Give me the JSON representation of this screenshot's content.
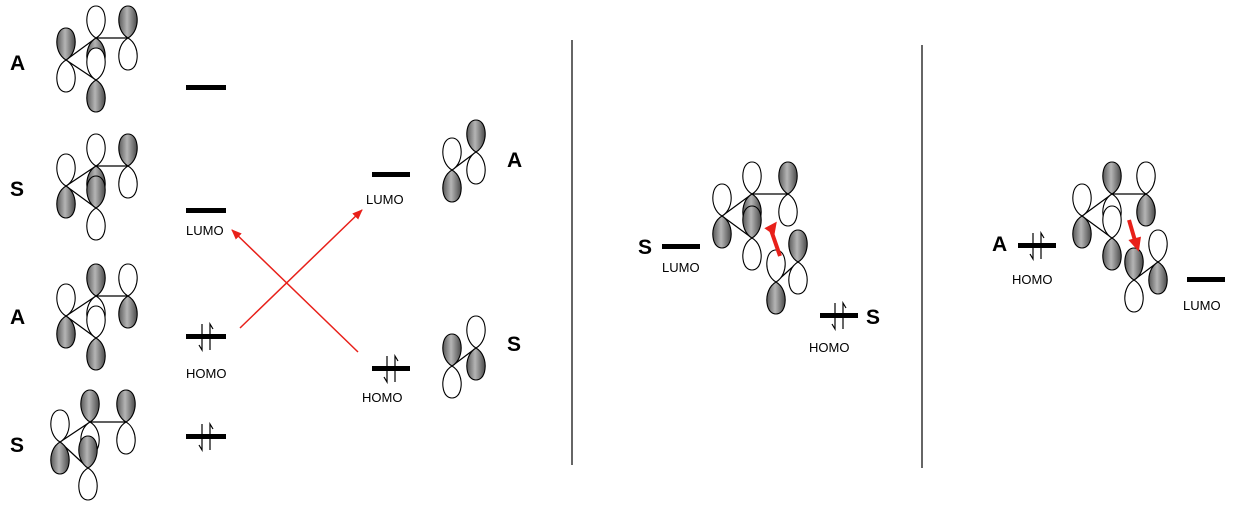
{
  "colors": {
    "ink": "#000000",
    "arrow": "#e8201a",
    "lobe_fill": "#9a9a9a",
    "lobe_edge": "#000000"
  },
  "left_panel": {
    "mo_levels": [
      {
        "symmetry": "A",
        "electrons": "empty"
      },
      {
        "symmetry": "S",
        "electrons": "empty",
        "level_label": "LUMO"
      },
      {
        "symmetry": "A",
        "electrons": "paired",
        "level_label": "HOMO"
      },
      {
        "symmetry": "S",
        "electrons": "paired"
      }
    ],
    "ethylene_levels": [
      {
        "symmetry": "A",
        "electrons": "empty",
        "level_label": "LUMO"
      },
      {
        "symmetry": "S",
        "electrons": "paired",
        "level_label": "HOMO"
      }
    ],
    "interaction_arrows": [
      "HOMO (A) to LUMO (A)",
      "HOMO (S) to LUMO (S)"
    ]
  },
  "middle_panel": {
    "left_symmetry": "S",
    "left_label": "LUMO",
    "right_symmetry": "S",
    "right_label": "HOMO"
  },
  "right_panel": {
    "left_symmetry": "A",
    "left_label": "HOMO",
    "right_label": "LUMO"
  }
}
